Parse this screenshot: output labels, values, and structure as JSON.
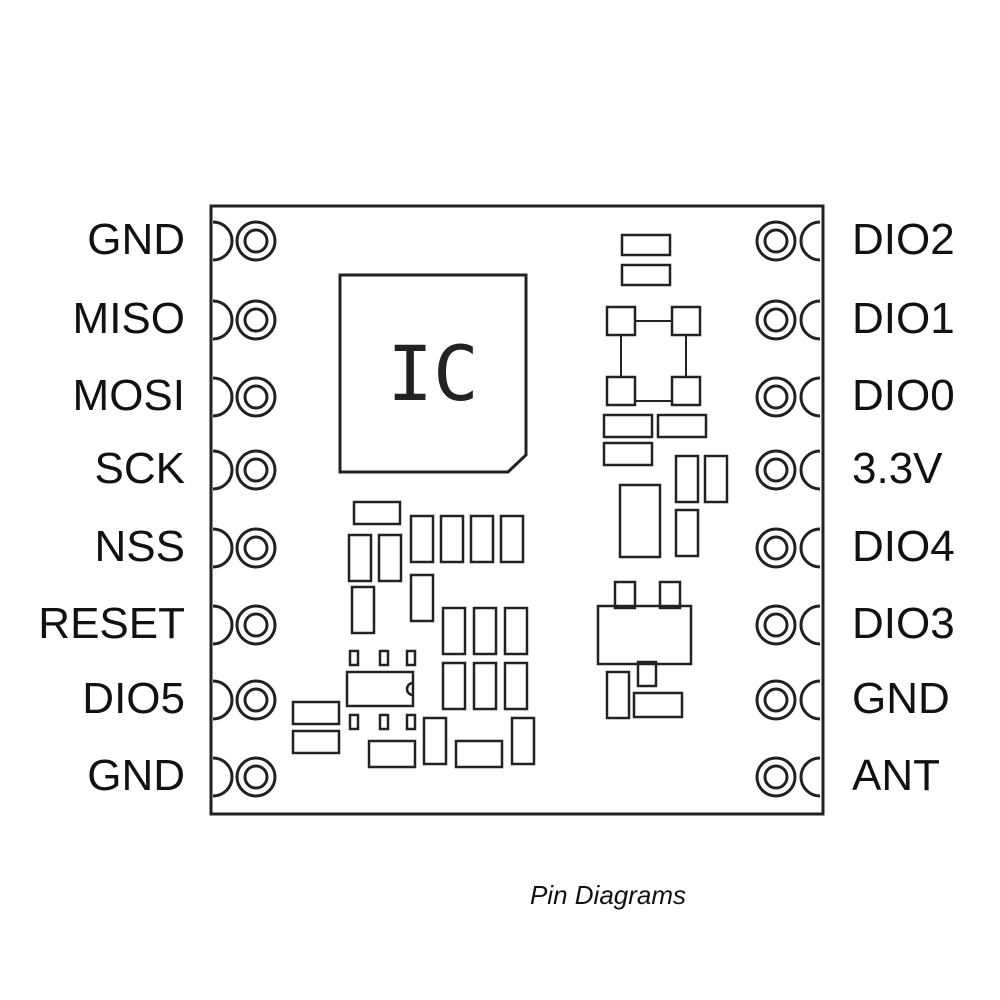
{
  "left_pins": [
    "GND",
    "MISO",
    "MOSI",
    "SCK",
    "NSS",
    "RESET",
    "DIO5",
    "GND"
  ],
  "right_pins": [
    "DIO2",
    "DIO1",
    "DIO0",
    "3.3V",
    "DIO4",
    "DIO3",
    "GND",
    "ANT"
  ],
  "ic_label": "IC",
  "caption": "Pin Diagrams",
  "colors": {
    "line": "#222222",
    "text": "#111111",
    "background": "#ffffff"
  }
}
